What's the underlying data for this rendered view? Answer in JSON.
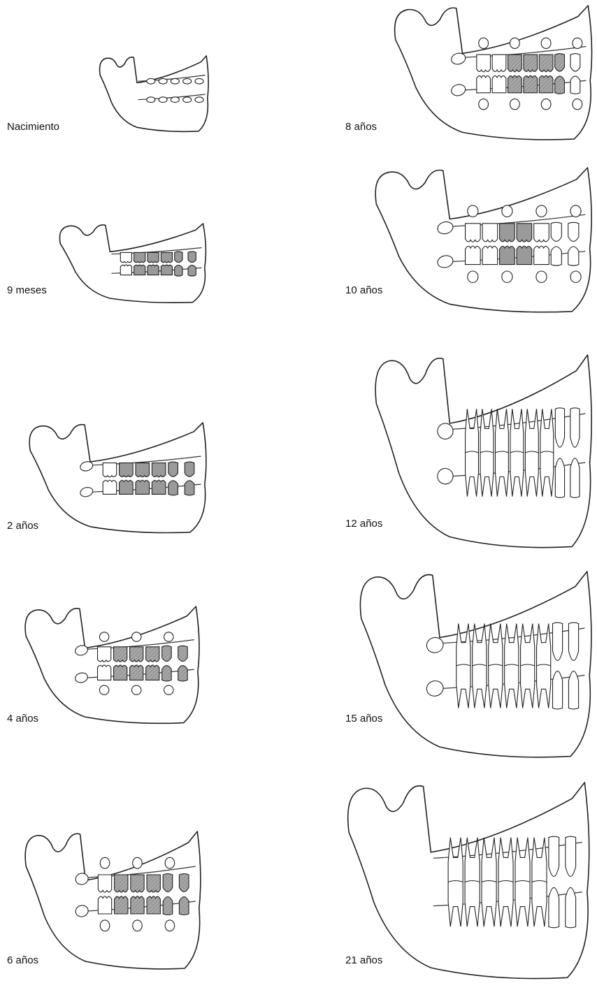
{
  "figure": {
    "panels": [
      {
        "id": "p-birth",
        "label": "Nacimiento",
        "stage": 0
      },
      {
        "id": "p-9m",
        "label": "9 meses",
        "stage": 1
      },
      {
        "id": "p-2y",
        "label": "2 años",
        "stage": 2
      },
      {
        "id": "p-4y",
        "label": "4 años",
        "stage": 3
      },
      {
        "id": "p-6y",
        "label": "6 años",
        "stage": 4
      },
      {
        "id": "p-8y",
        "label": "8 años",
        "stage": 5
      },
      {
        "id": "p-10y",
        "label": "10 años",
        "stage": 6
      },
      {
        "id": "p-12y",
        "label": "12 años",
        "stage": 7
      },
      {
        "id": "p-15y",
        "label": "15 años",
        "stage": 8
      },
      {
        "id": "p-21y",
        "label": "21 años",
        "stage": 9
      }
    ]
  },
  "colors": {
    "line": "#222222",
    "deciduous_fill": "#9a9a9a",
    "background": "#ffffff"
  }
}
